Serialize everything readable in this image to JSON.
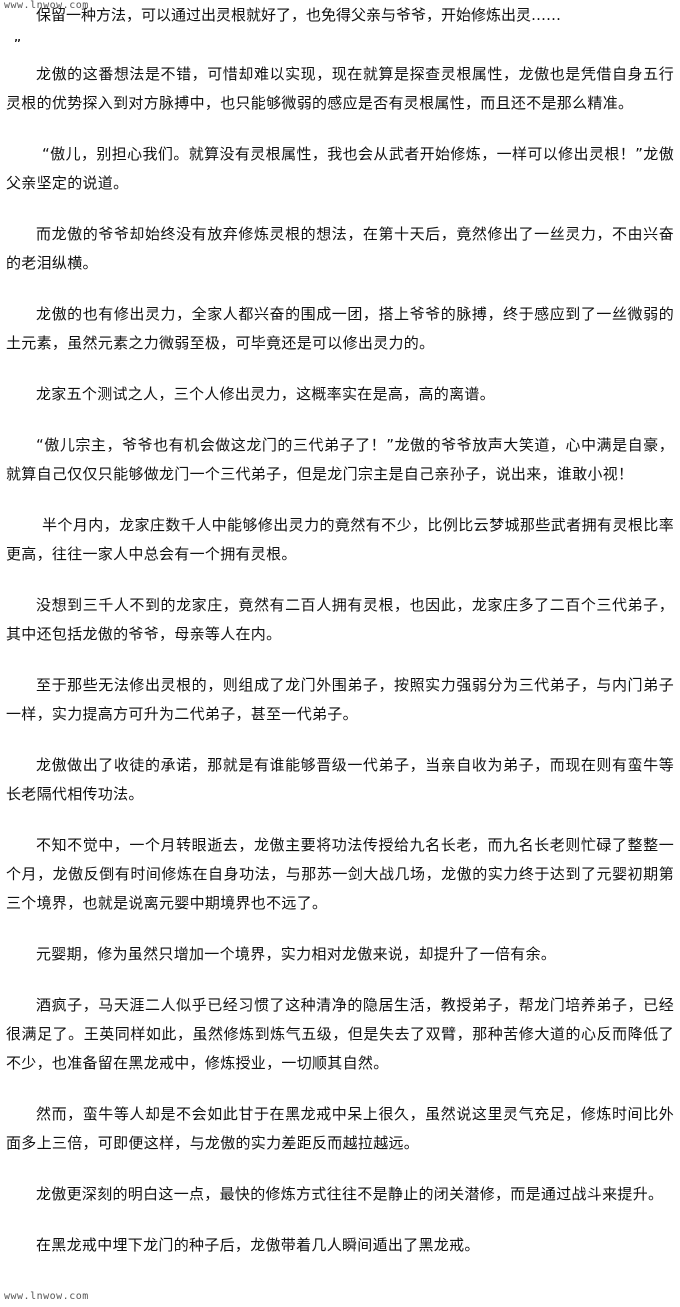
{
  "watermark": {
    "site": "www.lnwow.com"
  },
  "fragment": {
    "line1": "　　保留一种方法，可以通过出灵根就好了，也免得父亲与爷爷，开始修炼出灵……",
    "line2": "。”"
  },
  "paragraphs": [
    "龙傲的这番想法是不错，可惜却难以实现，现在就算是探查灵根属性，龙傲也是凭借自身五行灵根的优势探入到对方脉搏中，也只能够微弱的感应是否有灵根属性，而且还不是那么精准。",
    "“傲儿，别担心我们。就算没有灵根属性，我也会从武者开始修炼，一样可以修出灵根！”龙傲父亲坚定的说道。",
    "而龙傲的爷爷却始终没有放弃修炼灵根的想法，在第十天后，竟然修出了一丝灵力，不由兴奋的老泪纵横。",
    "龙傲的也有修出灵力，全家人都兴奋的围成一团，搭上爷爷的脉搏，终于感应到了一丝微弱的土元素，虽然元素之力微弱至极，可毕竟还是可以修出灵力的。",
    "龙家五个测试之人，三个人修出灵力，这概率实在是高，高的离谱。",
    "“傲儿宗主，爷爷也有机会做这龙门的三代弟子了！”龙傲的爷爷放声大笑道，心中满是自豪，就算自己仅仅只能够做龙门一个三代弟子，但是龙门宗主是自己亲孙子，说出来，谁敢小视！",
    "半个月内，龙家庄数千人中能够修出灵力的竟然有不少，比例比云梦城那些武者拥有灵根比率更高，往往一家人中总会有一个拥有灵根。",
    "没想到三千人不到的龙家庄，竟然有二百人拥有灵根，也因此，龙家庄多了二百个三代弟子，其中还包括龙傲的爷爷，母亲等人在内。",
    "至于那些无法修出灵根的，则组成了龙门外围弟子，按照实力强弱分为三代弟子，与内门弟子一样，实力提高方可升为二代弟子，甚至一代弟子。",
    "龙傲做出了收徒的承诺，那就是有谁能够晋级一代弟子，当亲自收为弟子，而现在则有蛮牛等长老隔代相传功法。",
    "不知不觉中，一个月转眼逝去，龙傲主要将功法传授给九名长老，而九名长老则忙碌了整整一个月，龙傲反倒有时间修炼在自身功法，与那苏一剑大战几场，龙傲的实力终于达到了元婴初期第三个境界，也就是说离元婴中期境界也不远了。",
    "元婴期，修为虽然只增加一个境界，实力相对龙傲来说，却提升了一倍有余。",
    "酒疯子，马天涯二人似乎已经习惯了这种清净的隐居生活，教授弟子，帮龙门培养弟子，已经很满足了。王英同样如此，虽然修炼到炼气五级，但是失去了双臂，那种苦修大道的心反而降低了不少，也准备留在黑龙戒中，修炼授业，一切顺其自然。",
    "然而，蛮牛等人却是不会如此甘于在黑龙戒中呆上很久，虽然说这里灵气充足，修炼时间比外面多上三倍，可即便这样，与龙傲的实力差距反而越拉越远。",
    "龙傲更深刻的明白这一点，最快的修炼方式往往不是静止的闭关潜修，而是通过战斗来提升。",
    "在黑龙戒中埋下龙门的种子后，龙傲带着几人瞬间遁出了黑龙戒。"
  ]
}
